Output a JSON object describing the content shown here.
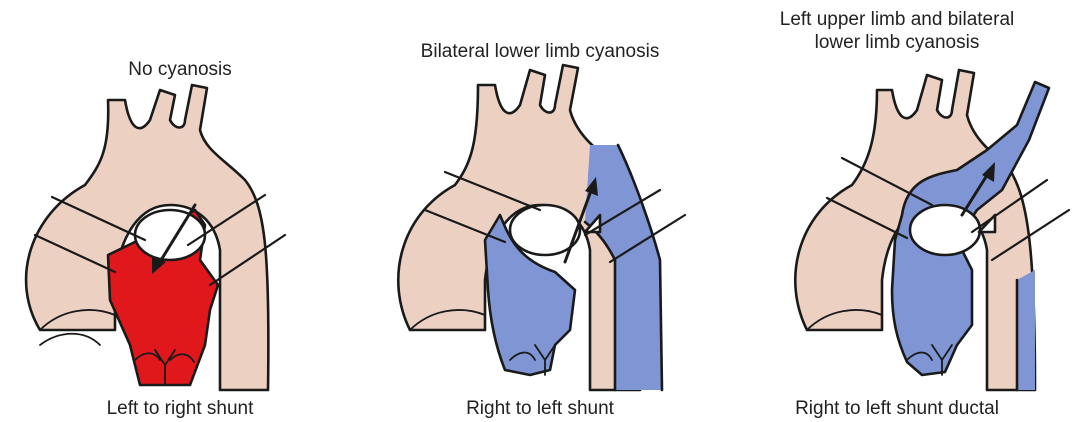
{
  "panels": [
    {
      "top_label": "No cyanosis",
      "bottom_label": "Left to right shunt"
    },
    {
      "top_label": "Bilateral lower limb cyanosis",
      "bottom_label": "Right to left shunt"
    },
    {
      "top_label_lines": [
        "Left upper limb and bilateral",
        "lower limb cyanosis"
      ],
      "bottom_label": "Right to left shunt ductal"
    }
  ],
  "colors": {
    "aorta": "#ecd0c2",
    "oxygenated_shunt": "#e0181c",
    "deoxygenated": "#7f95d4",
    "outline": "#1a1a1a"
  },
  "icons": [
    "arrow-icon"
  ]
}
